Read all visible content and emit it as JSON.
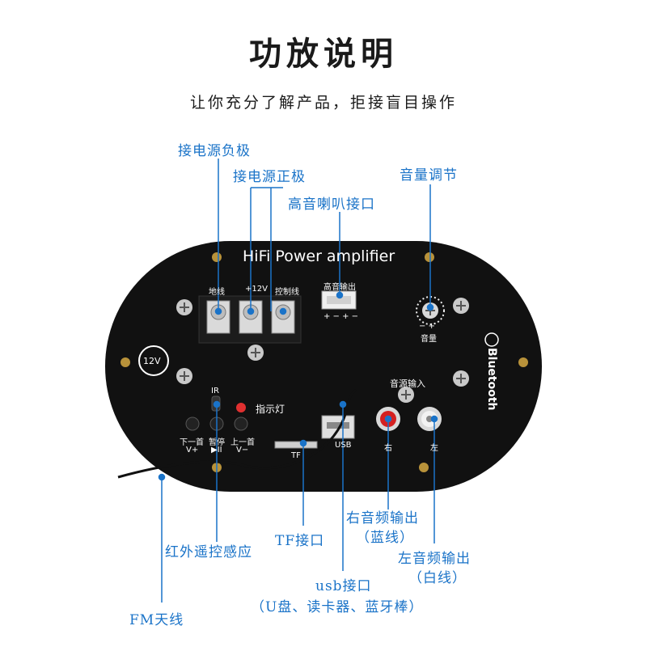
{
  "header": {
    "title": "功放说明",
    "subtitle": "让你充分了解产品，拒接盲目操作"
  },
  "board": {
    "brand": "HiFi Power amplifier",
    "voltage_badge": "12V",
    "bluetooth_text": "Bluetooth",
    "terminal_labels": [
      "地线",
      "+12V",
      "控制线"
    ],
    "tweeter_label": "高音输出",
    "tweeter_signs": "+ − + −",
    "volume_label": "音量",
    "volume_signs": "−    +",
    "ir_label": "IR",
    "indicator_label": "指示灯",
    "buttons": [
      {
        "top": "下一首",
        "bottom": "V+"
      },
      {
        "top": "暂停",
        "bottom": "▶II"
      },
      {
        "top": "上一首",
        "bottom": "V−"
      }
    ],
    "tf_label": "TF",
    "usb_label": "USB",
    "audio_input_label": "音源输入",
    "rca_right": "右",
    "rca_left": "左"
  },
  "callouts": {
    "neg_power": "接电源负极",
    "pos_power": "接电源正极",
    "tweeter": "高音喇叭接口",
    "volume": "音量调节",
    "right_out_1": "右音频输出",
    "right_out_2": "（蓝线）",
    "left_out_1": "左音频输出",
    "left_out_2": "（白线）",
    "tf": "TF接口",
    "ir": "红外遥控感应",
    "usb_1": "usb接口",
    "usb_2": "（U盘、读卡器、蓝牙棒）",
    "fm": "FM天线"
  },
  "colors": {
    "callout_blue": "#1a73c8",
    "board": "#111111",
    "screw_gold": "#b8923a"
  }
}
